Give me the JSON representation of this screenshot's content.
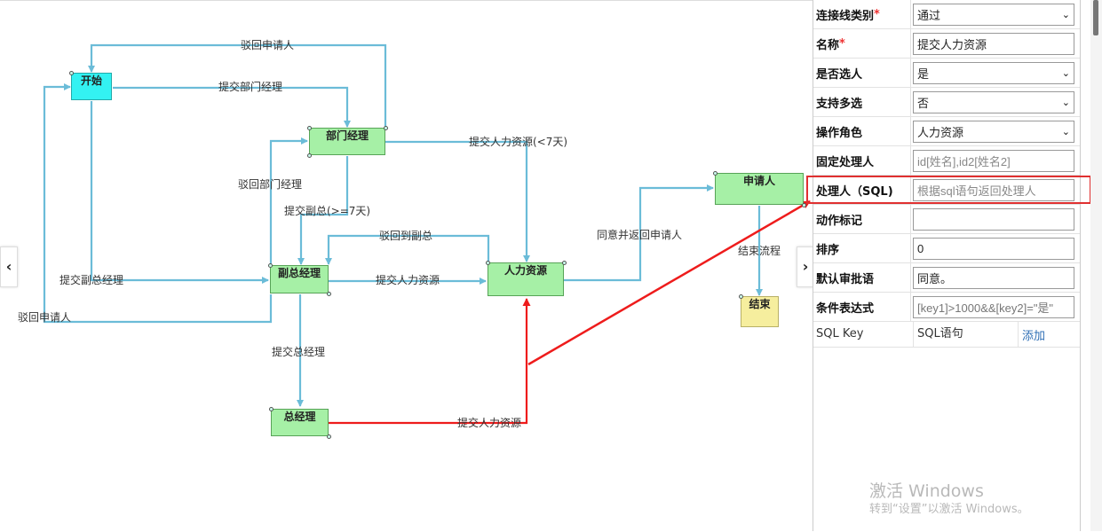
{
  "nodes": {
    "start": "开始",
    "dept_manager": "部门经理",
    "vice_gm": "副总经理",
    "hr": "人力资源",
    "gm": "总经理",
    "applicant": "申请人",
    "end": "结束"
  },
  "edge_labels": {
    "reject_applicant_top": "驳回申请人",
    "submit_dept_manager": "提交部门经理",
    "submit_hr_lt7": "提交人力资源(<7天)",
    "reject_dept_manager": "驳回部门经理",
    "submit_vice_ge7": "提交副总(>=7天)",
    "reject_to_vice": "驳回到副总",
    "agree_return_applicant": "同意并返回申请人",
    "end_flow": "结束流程",
    "submit_vice_gm": "提交副总经理",
    "submit_hr": "提交人力资源",
    "reject_applicant_left": "驳回申请人",
    "submit_gm": "提交总经理",
    "submit_hr_from_gm": "提交人力资源"
  },
  "panel": {
    "link_type": {
      "label": "连接线类别",
      "required": "*",
      "value": "通过"
    },
    "name": {
      "label": "名称",
      "required": "*",
      "value": "提交人力资源"
    },
    "select_person": {
      "label": "是否选人",
      "value": "是"
    },
    "multi_select": {
      "label": "支持多选",
      "value": "否"
    },
    "role": {
      "label": "操作角色",
      "value": "人力资源"
    },
    "fixed_handler": {
      "label": "固定处理人",
      "placeholder": "id[姓名],id2[姓名2]"
    },
    "sql_handler": {
      "label": "处理人（SQL)",
      "placeholder": "根据sql语句返回处理人"
    },
    "action_mark": {
      "label": "动作标记",
      "value": ""
    },
    "sort": {
      "label": "排序",
      "value": "0"
    },
    "default_comment": {
      "label": "默认审批语",
      "value": "同意。"
    },
    "condition": {
      "label": "条件表达式",
      "value": "[key1]>1000&&[key2]=\"是\""
    },
    "table_header": {
      "key": "SQL Key",
      "sql": "SQL语句",
      "add": "添加"
    }
  },
  "watermark": {
    "line1": "激活 Windows",
    "line2": "转到“设置”以激活 Windows。"
  },
  "colors": {
    "edge": "#6bbcd8",
    "highlight": "#ee1c1c",
    "node": "#a6f0a6",
    "start": "#33f2f2",
    "end": "#f6ee9e"
  }
}
